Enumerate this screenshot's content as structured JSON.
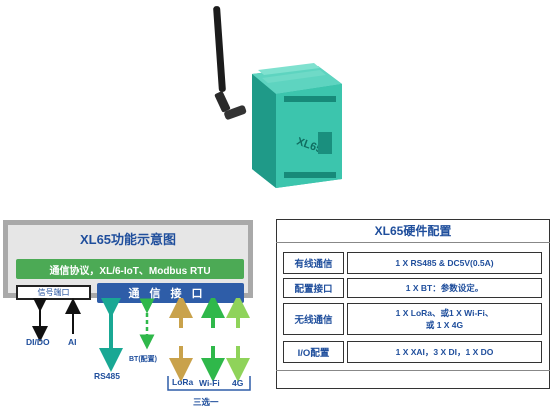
{
  "diagram": {
    "title": "XL65功能示意图",
    "protocol_bar": "通信协议，XL/6-IoT、Modbus RTU",
    "signal_port": "信号端口",
    "comm_port": "通信接口",
    "labels": {
      "dido": "DI/DO",
      "ai": "AI",
      "rs485": "RS485",
      "bt": "BT(配置)",
      "lora": "LoRa",
      "wifi": "Wi-Fi",
      "fourg": "4G",
      "choose_one": "三选一"
    },
    "colors": {
      "teal": "#19a894",
      "tan": "#c9a24b",
      "green": "#2fb84a",
      "light_green": "#8fd35a",
      "black": "#111111",
      "blue": "#2e5da8"
    }
  },
  "hardware": {
    "title": "XL65硬件配置",
    "rows": [
      {
        "key": "有线通信",
        "value_lines": [
          "1 X RS485 & DC5V(0.5A)"
        ]
      },
      {
        "key": "配置接口",
        "value_lines": [
          "1 X BT：参数设定。"
        ]
      },
      {
        "key": "无线通信",
        "value_lines": [
          "1 X LoRa、或1 X Wi-Fi、",
          "或 1 X 4G"
        ]
      },
      {
        "key": "I/O配置",
        "value_lines": [
          "1 X XAI，3 X DI，1 X DO"
        ]
      }
    ]
  },
  "device": {
    "case_label": "XL65"
  }
}
